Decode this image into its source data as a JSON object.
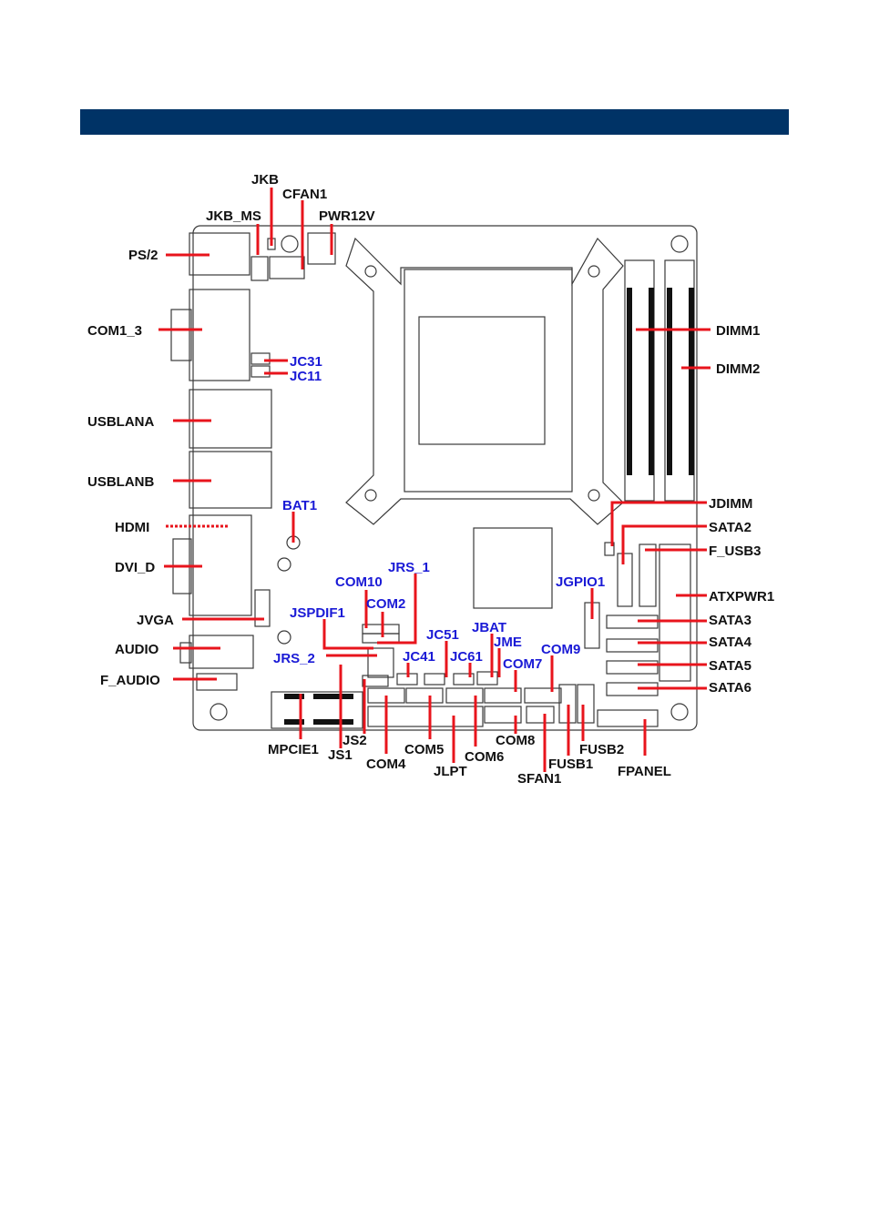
{
  "colors": {
    "header_bar": "#003366",
    "leader_line": "#e8141c",
    "label_black": "#111111",
    "label_blue": "#1a1ad6",
    "board_outline": "#3a3a3a"
  },
  "labels": {
    "jkb": "JKB",
    "cfan1": "CFAN1",
    "jkb_ms": "JKB_MS",
    "pwr12v": "PWR12V",
    "ps2": "PS/2",
    "com1_3": "COM1_3",
    "jc31": "JC31",
    "jc11": "JC11",
    "usblana": "USBLANA",
    "usblanb": "USBLANB",
    "bat1": "BAT1",
    "hdmi": "HDMI",
    "dvi_d": "DVI_D",
    "jrs_1": "JRS_1",
    "com10": "COM10",
    "com2": "COM2",
    "jspdif1": "JSPDIF1",
    "jgpio1": "JGPIO1",
    "jvga": "JVGA",
    "jbat": "JBAT",
    "jc51": "JC51",
    "jme": "JME",
    "com9": "COM9",
    "audio": "AUDIO",
    "jrs_2": "JRS_2",
    "jc41": "JC41",
    "jc61": "JC61",
    "com7": "COM7",
    "f_audio": "F_AUDIO",
    "mpcie1": "MPCIE1",
    "js2": "JS2",
    "js1": "JS1",
    "com4": "COM4",
    "com5": "COM5",
    "com6": "COM6",
    "jlpt": "JLPT",
    "com8": "COM8",
    "sfan1": "SFAN1",
    "fusb1": "FUSB1",
    "fusb2": "FUSB2",
    "fpanel": "FPANEL",
    "dimm1": "DIMM1",
    "dimm2": "DIMM2",
    "jdimm": "JDIMM",
    "sata2": "SATA2",
    "f_usb3": "F_USB3",
    "atxpwr1": "ATXPWR1",
    "sata3": "SATA3",
    "sata4": "SATA4",
    "sata5": "SATA5",
    "sata6": "SATA6"
  }
}
